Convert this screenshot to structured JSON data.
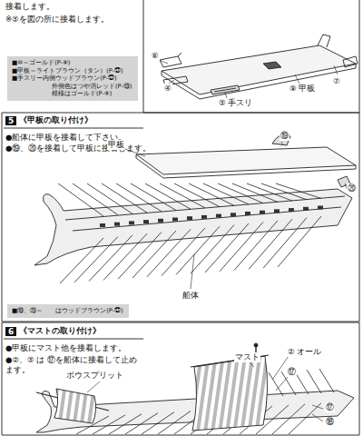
{
  "diagram": {
    "nodes": [
      {
        "text": [
          "■⑩～ゴールド(P-⑧)",
          "■甲板～ライトブラウン（タン）(P-㉗)",
          "■手スリー内側ウッドブラウン(P-㉗)",
          "外側色はつや消レッド(P-⑬)",
          "模様はゴールド(P-⑧)"
        ]
      },
      {
        "text": [
          "5",
          "《甲板の取り付け》"
        ]
      },
      {
        "text": [
          "■⑲、⑳～　　はウッドブラウン(P-㉗)"
        ]
      },
      {
        "text": [
          "6",
          "《マストの取り付け》"
        ]
      }
    ],
    "labels": [
      "接着します。",
      "※⑤を図の所に接着します。",
      "⑥",
      "⑦",
      "⑨ 甲板",
      "④",
      "⑤ 手スリ",
      "●船体に甲板を接着して下さい。",
      "●⑲、⑳を接着して甲板に接着します。",
      "甲板",
      "⑲",
      "⑳",
      "船体",
      "●甲板にマスト他を接着します。",
      "●②、⑤ は ⑰を船体に接着して止めます。",
      "② オール",
      "マスト",
      "ボウスプリット",
      "⑰",
      "⑰",
      "⑱"
    ]
  }
}
